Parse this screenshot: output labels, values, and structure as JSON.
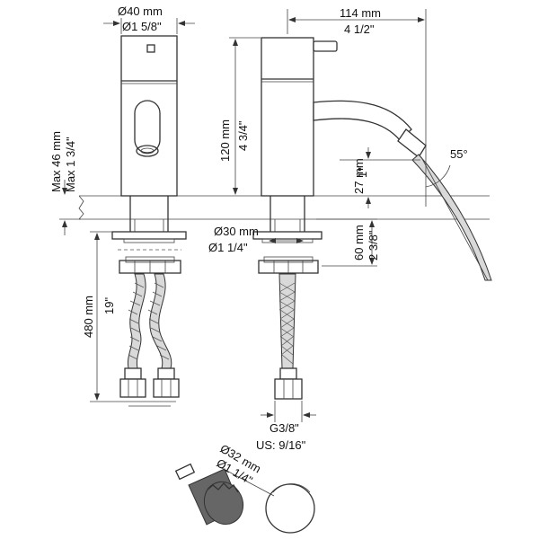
{
  "dimensions": {
    "lever_diameter": {
      "metric": "Ø40 mm",
      "imperial": "Ø1 5/8\""
    },
    "spout_reach": {
      "metric": "114 mm",
      "imperial": "4 1/2\""
    },
    "body_height": {
      "metric": "120 mm",
      "imperial": "4 3/4\""
    },
    "max_deck_thickness": {
      "metric": "Max 46 mm",
      "imperial": "Max 1 3/4\""
    },
    "spout_outlet_height": {
      "metric": "27 mm",
      "imperial": "1\""
    },
    "spout_angle": {
      "value": "55°"
    },
    "hole_diameter": {
      "metric": "Ø30 mm",
      "imperial": "Ø1 1/4\""
    },
    "shank_length": {
      "metric": "60 mm",
      "imperial": "2 3/8\""
    },
    "hose_length": {
      "metric": "480 mm",
      "imperial": "19\""
    },
    "connection": {
      "thread": "G3/8\"",
      "us_size": "US: 9/16\""
    },
    "hole_saw": {
      "metric": "Ø32 mm",
      "imperial": "Ø1 1/4\""
    }
  }
}
